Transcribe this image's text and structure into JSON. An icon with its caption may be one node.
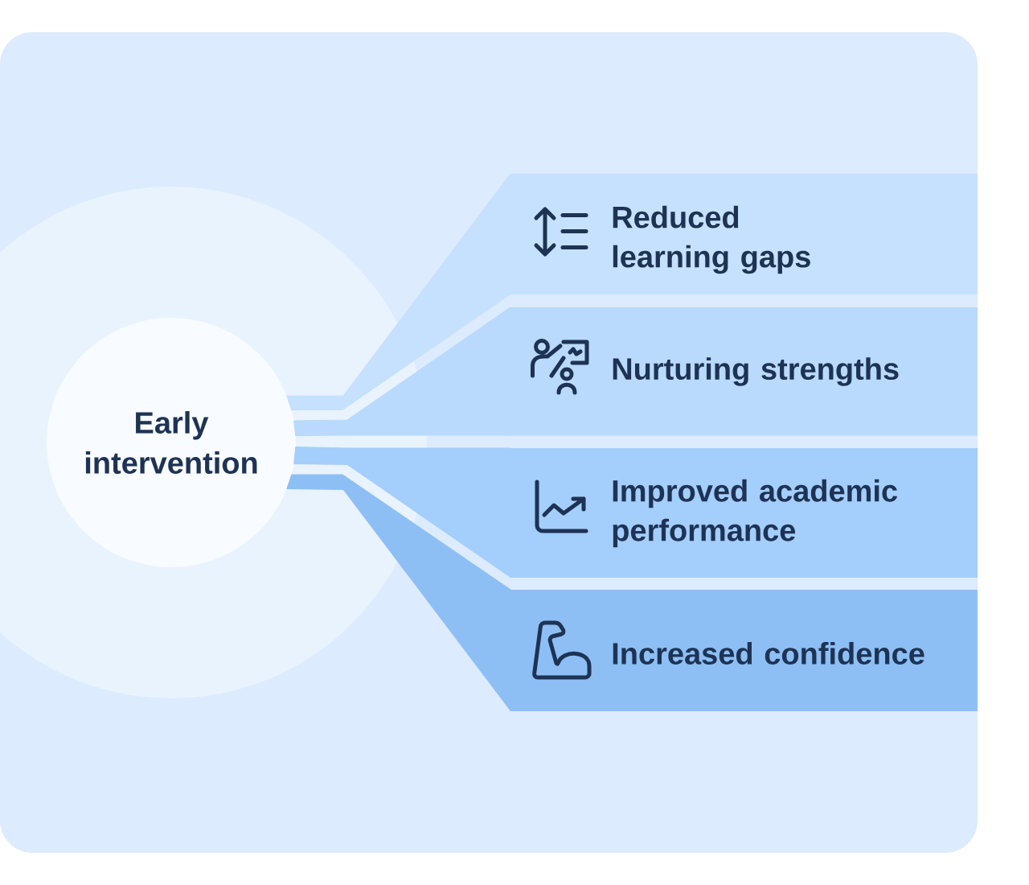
{
  "diagram": {
    "nodes": [
      {
        "text": [
          "Early intervention"
        ]
      },
      {
        "text": [
          "Reduced learning gaps"
        ]
      },
      {
        "text": [
          "Nurturing strengths"
        ]
      },
      {
        "text": [
          "Improved academic performance"
        ]
      },
      {
        "text": [
          "Increased confidence"
        ]
      }
    ],
    "edges": [
      {
        "from": 0,
        "to": 1,
        "arrow": "none",
        "color": "#c6e1fd"
      },
      {
        "from": 0,
        "to": 2,
        "arrow": "none",
        "color": "#b9dafc"
      },
      {
        "from": 0,
        "to": 3,
        "arrow": "none",
        "color": "#a4cefb"
      },
      {
        "from": 0,
        "to": 4,
        "arrow": "none",
        "color": "#8dbff4"
      }
    ]
  }
}
